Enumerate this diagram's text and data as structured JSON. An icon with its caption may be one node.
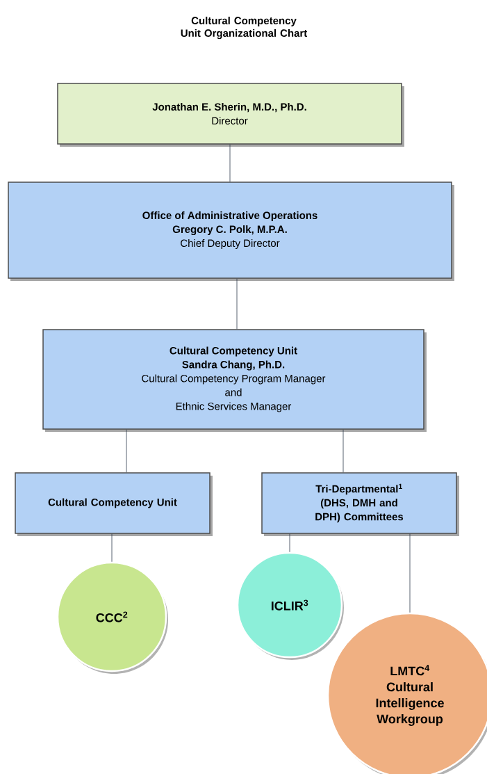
{
  "diagram": {
    "title": "Cultural Competency Unit Organizational Chart",
    "nodes": [
      {
        "text": [
          "Jonathan E. Sherin, M.D., Ph.D.",
          "Director"
        ]
      },
      {
        "text": [
          "Office of Administrative Operations",
          "Gregory C. Polk, M.P.A.",
          "Chief Deputy Director"
        ]
      },
      {
        "text": [
          "Cultural Competency Unit",
          "Sandra Chang, Ph.D.",
          "Cultural Competency Program Manager",
          "and",
          "Ethnic Services Manager"
        ]
      },
      {
        "text": [
          "Cultural Competency Unit"
        ]
      },
      {
        "text": [
          "Tri-Departmental$^{1}$ (DHS, DMH and DPH) Committees"
        ]
      },
      {
        "text": [
          "CCC$^{2}$"
        ]
      },
      {
        "text": [
          "ICLIR$^{3}$"
        ]
      },
      {
        "text": [
          "LMTC$^{4}$ Cultural Intelligence Workgroup"
        ]
      }
    ],
    "edges": [
      {
        "from": 0,
        "to": 1,
        "arrow": "none"
      },
      {
        "from": 1,
        "to": 2,
        "arrow": "none"
      },
      {
        "from": 2,
        "to": 3,
        "arrow": "none"
      },
      {
        "from": 2,
        "to": 4,
        "arrow": "none"
      },
      {
        "from": 3,
        "to": 5,
        "arrow": "none"
      },
      {
        "from": 4,
        "to": 6,
        "arrow": "none"
      },
      {
        "from": 4,
        "to": 7,
        "arrow": "none"
      }
    ]
  }
}
